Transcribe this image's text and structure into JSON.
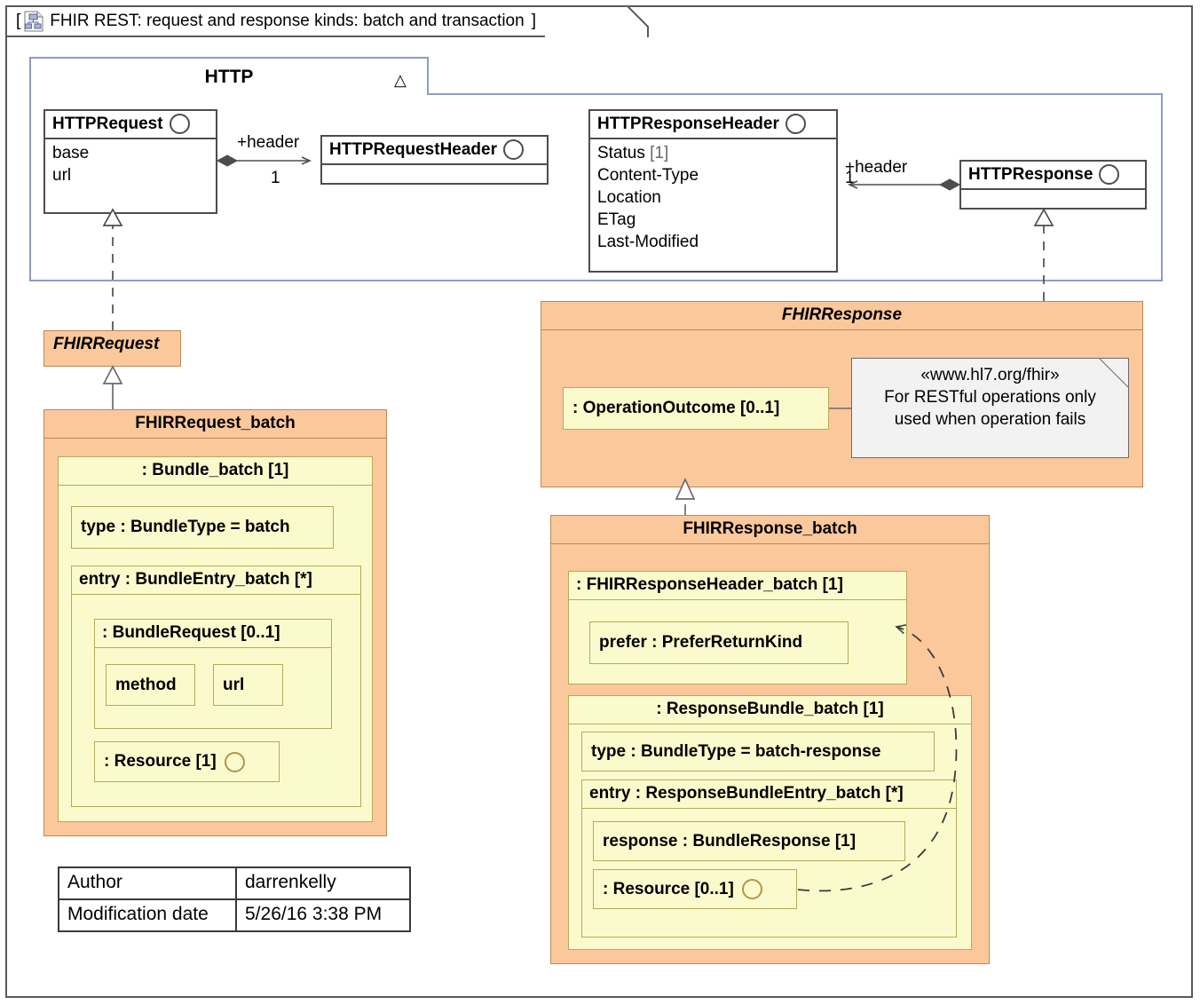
{
  "diagram": {
    "title": "FHIR REST: request and response kinds: batch and transaction",
    "title_icon": "class-diagram-icon",
    "bracket_open": "[",
    "bracket_close": "]"
  },
  "package": {
    "name": "HTTP",
    "collapse_icon": "triangle-icon"
  },
  "classes": {
    "http_request": {
      "name": "HTTPRequest",
      "interface_icon": "interface-circle-icon",
      "attributes": [
        "base",
        "url"
      ]
    },
    "http_request_header": {
      "name": "HTTPRequestHeader",
      "interface_icon": "interface-circle-icon",
      "attributes": []
    },
    "http_response_header": {
      "name": "HTTPResponseHeader",
      "interface_icon": "interface-circle-icon",
      "attributes": [
        "Status",
        "Content-Type",
        "Location",
        "ETag",
        "Last-Modified"
      ],
      "status_multiplicity": "[1]"
    },
    "http_response": {
      "name": "HTTPResponse",
      "interface_icon": "interface-circle-icon",
      "attributes": []
    }
  },
  "associations": {
    "request_header": {
      "role": "+header",
      "multiplicity": "1"
    },
    "response_header": {
      "role": "+header",
      "multiplicity": "1"
    }
  },
  "fhir_request": {
    "name": "FHIRRequest"
  },
  "fhir_request_batch": {
    "name": "FHIRRequest_batch",
    "bundle": {
      "name": ": Bundle_batch [1]",
      "type_prop": "type : BundleType = batch",
      "entry": {
        "name": "entry : BundleEntry_batch [*]",
        "bundle_request": {
          "name": ": BundleRequest [0..1]",
          "method": "method",
          "url": "url"
        },
        "resource": {
          "name": ": Resource [1]",
          "interface_icon": "interface-circle-icon"
        }
      }
    }
  },
  "fhir_response": {
    "name": "FHIRResponse",
    "operation_outcome": ": OperationOutcome [0..1]",
    "note": {
      "stereotype": "«www.hl7.org/fhir»",
      "line1": "For RESTful operations only",
      "line2": "used when operation fails"
    }
  },
  "fhir_response_batch": {
    "name": "FHIRResponse_batch",
    "header": {
      "name": ": FHIRResponseHeader_batch [1]",
      "prefer": "prefer : PreferReturnKind"
    },
    "bundle": {
      "name": ": ResponseBundle_batch [1]",
      "type_prop": "type : BundleType = batch-response",
      "entry": {
        "name": "entry : ResponseBundleEntry_batch [*]",
        "response": "response : BundleResponse [1]",
        "resource": {
          "name": ": Resource [0..1]",
          "interface_icon": "interface-circle-icon"
        }
      }
    }
  },
  "metadata_table": {
    "rows": [
      {
        "label": "Author",
        "value": "darrenkelly"
      },
      {
        "label": "Modification date",
        "value": "5/26/16 3:38 PM"
      }
    ]
  },
  "colors": {
    "orange_fill": "#FAC89B",
    "orange_border": "#B98A56",
    "yellow_fill": "#FBFACD",
    "yellow_border": "#B2AB59",
    "note_fill": "#F2F2F2",
    "package_border": "#8F9CC4",
    "frame_border": "#5A5A5A"
  }
}
